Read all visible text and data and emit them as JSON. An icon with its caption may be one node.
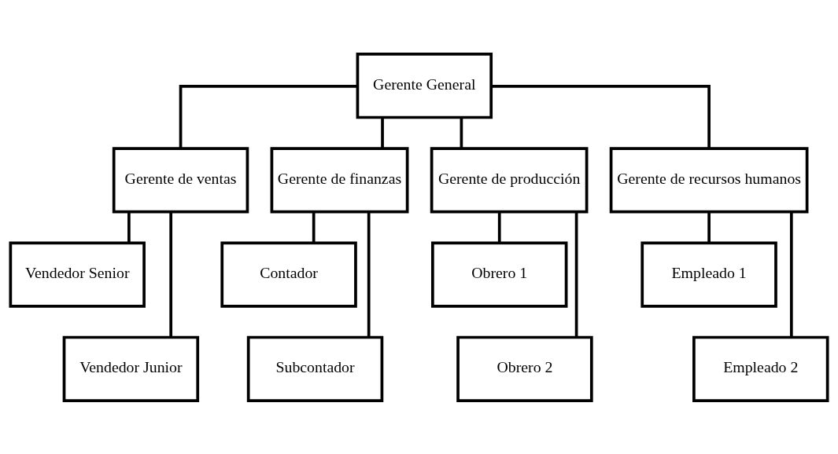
{
  "diagram": {
    "nodes": [
      {
        "text": [
          "Gerente General"
        ]
      },
      {
        "text": [
          "Gerente de ventas"
        ]
      },
      {
        "text": [
          "Gerente de finanzas"
        ]
      },
      {
        "text": [
          "Gerente de producción"
        ]
      },
      {
        "text": [
          "Gerente de recursos humanos"
        ]
      },
      {
        "text": [
          "Vendedor Senior"
        ]
      },
      {
        "text": [
          "Vendedor Junior"
        ]
      },
      {
        "text": [
          "Contador"
        ]
      },
      {
        "text": [
          "Subcontador"
        ]
      },
      {
        "text": [
          "Obrero 1"
        ]
      },
      {
        "text": [
          "Obrero 2"
        ]
      },
      {
        "text": [
          "Empleado 1"
        ]
      },
      {
        "text": [
          "Empleado 2"
        ]
      }
    ],
    "edges": [
      {
        "from": 0,
        "to": 1,
        "arrow": "none"
      },
      {
        "from": 0,
        "to": 2,
        "arrow": "none"
      },
      {
        "from": 0,
        "to": 3,
        "arrow": "none"
      },
      {
        "from": 0,
        "to": 4,
        "arrow": "none"
      },
      {
        "from": 1,
        "to": 5,
        "arrow": "none"
      },
      {
        "from": 1,
        "to": 6,
        "arrow": "none"
      },
      {
        "from": 2,
        "to": 7,
        "arrow": "none"
      },
      {
        "from": 2,
        "to": 8,
        "arrow": "none"
      },
      {
        "from": 3,
        "to": 9,
        "arrow": "none"
      },
      {
        "from": 3,
        "to": 10,
        "arrow": "none"
      },
      {
        "from": 4,
        "to": 11,
        "arrow": "none"
      },
      {
        "from": 4,
        "to": 12,
        "arrow": "none"
      }
    ]
  }
}
